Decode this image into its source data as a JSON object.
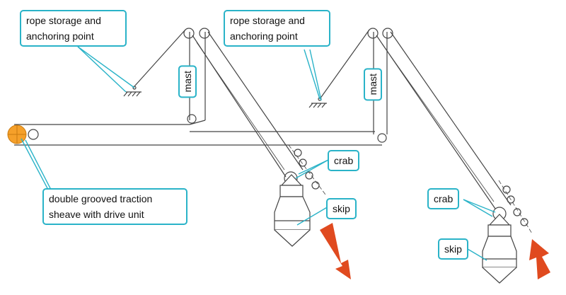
{
  "labels": {
    "rope_storage_left": [
      "rope storage and",
      "anchoring point"
    ],
    "rope_storage_right": [
      "rope storage and",
      "anchoring point"
    ],
    "mast_left": "mast",
    "mast_right": "mast",
    "crab_left": "crab",
    "crab_right": "crab",
    "skip_left": "skip",
    "skip_right": "skip",
    "traction_sheave": [
      "double grooved traction",
      "sheave with drive unit"
    ]
  },
  "colors": {
    "line": "#444444",
    "callout_border": "#2ab3c8",
    "sheave": "#f5a02a",
    "arrow": "#e04a1f"
  }
}
